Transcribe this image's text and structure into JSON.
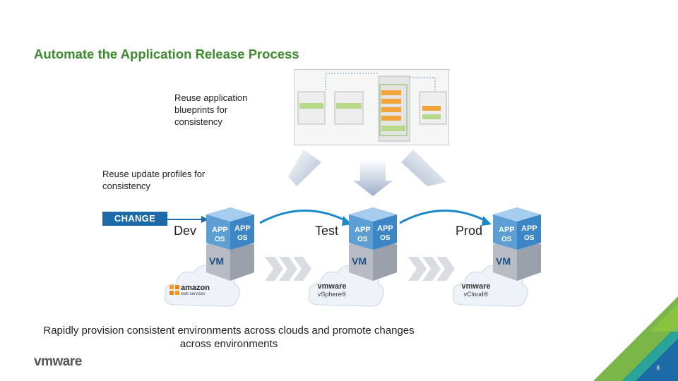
{
  "slide": {
    "title": "Automate the Application Release Process",
    "note_blueprints": "Reuse application blueprints for consistency",
    "note_profiles": "Reuse update profiles for consistency",
    "change_label": "CHANGE",
    "caption": "Rapidly provision consistent environments across clouds and promote changes across environments",
    "page_number": "8"
  },
  "environments": [
    {
      "label": "Dev",
      "cloud": "amazon web services"
    },
    {
      "label": "Test",
      "cloud_brand": "vmware",
      "cloud_product": "vSphere®"
    },
    {
      "label": "Prod",
      "cloud_brand": "vmware",
      "cloud_product": "vCloud®"
    }
  ],
  "stack": {
    "app": "APP",
    "os": "OS",
    "vm": "VM"
  },
  "amazon": {
    "brand": "amazon",
    "sub": "web services"
  },
  "logo": {
    "text": "vmware"
  },
  "colors": {
    "title_green": "#3c8a2e",
    "change_blue": "#1d6aa8",
    "arrow_blue": "#1a88c9",
    "corner_teal": "#2aa39a",
    "corner_green": "#7ab648",
    "corner_blue": "#1d6aa8"
  }
}
